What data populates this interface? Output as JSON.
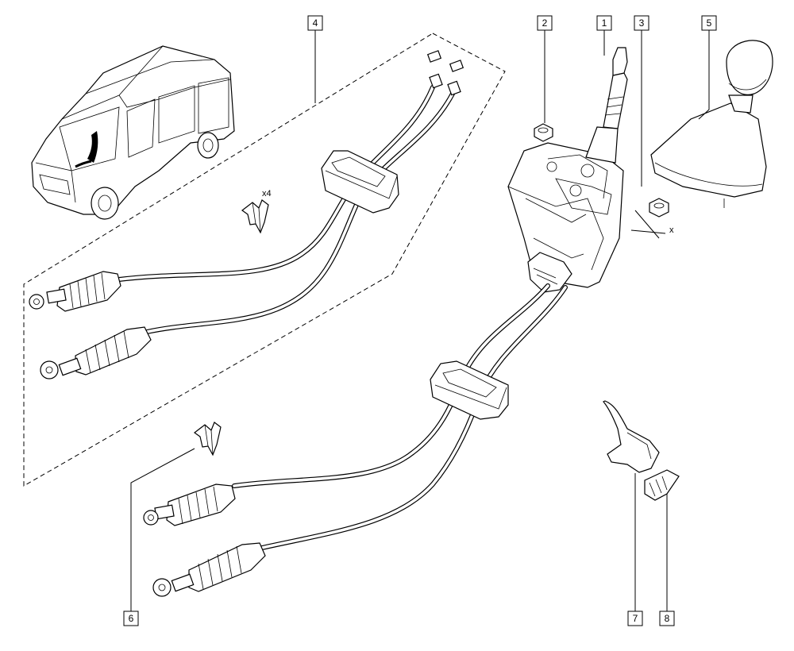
{
  "callouts": [
    {
      "id": "c1",
      "text": "1"
    },
    {
      "id": "c2",
      "text": "2"
    },
    {
      "id": "c3",
      "text": "3"
    },
    {
      "id": "c4",
      "text": "4"
    },
    {
      "id": "c5",
      "text": "5"
    },
    {
      "id": "c6",
      "text": "6"
    },
    {
      "id": "c7",
      "text": "7"
    },
    {
      "id": "c8",
      "text": "8"
    }
  ],
  "annotations": {
    "quantity": "x4",
    "axis": "x"
  }
}
